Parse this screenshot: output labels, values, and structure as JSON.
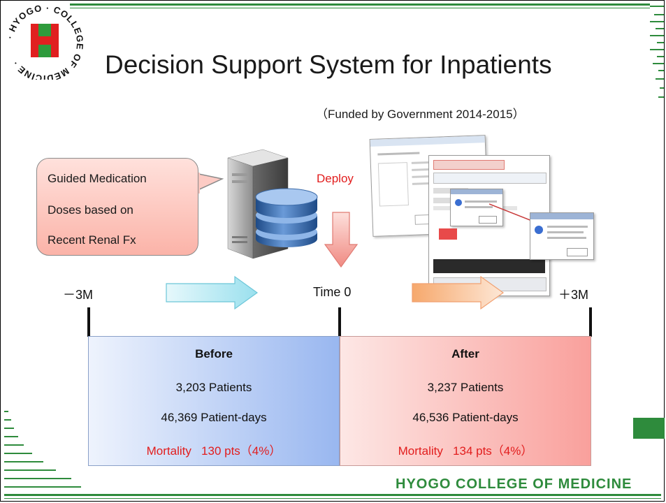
{
  "slide": {
    "title": "Decision Support System for Inpatients",
    "subtitle": "（Funded by Government 2014-2015）",
    "logo_text": "HYOGO COLLEGE OF MEDICINE",
    "footer_brand": "HYOGO COLLEGE OF MEDICINE"
  },
  "callout": {
    "lines": [
      "Guided Medication",
      "Doses based on",
      "Recent Renal Fx"
    ]
  },
  "deploy_label": "Deploy",
  "timeline": {
    "start": "－3M",
    "middle": "Time 0",
    "end": "＋3M"
  },
  "before": {
    "heading": "Before",
    "patients": "3,203 Patients",
    "patient_days": "46,369 Patient-days",
    "mortality_label": "Mortality",
    "mortality_value": "130 pts（4%）"
  },
  "after": {
    "heading": "After",
    "patients": "3,237 Patients",
    "patient_days": "46,536 Patient-days",
    "mortality_label": "Mortality",
    "mortality_value": "134 pts（4%）"
  },
  "colors": {
    "brand_green": "#2e8b3c",
    "accent_red": "#e21d1d",
    "before_blue": "#99b7f0",
    "after_red": "#f9a09c"
  },
  "icons": [
    "server-icon",
    "database-icon",
    "arrow-down-icon",
    "arrow-right-icon"
  ]
}
